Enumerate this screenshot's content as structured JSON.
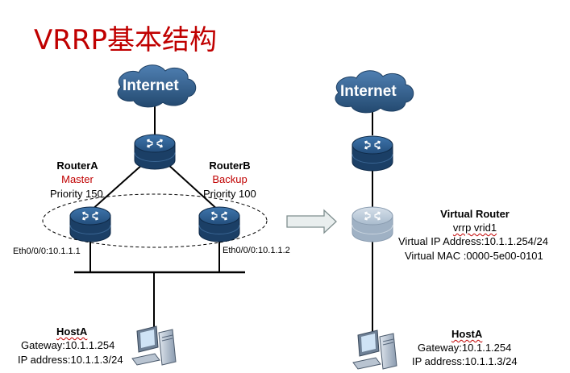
{
  "title": "VRRP基本结构",
  "left": {
    "internet_label": "Internet",
    "router_a": {
      "name": "RouterA",
      "role": "Master",
      "priority": "Priority 150",
      "interface": "Eth0/0/0:10.1.1.1"
    },
    "router_b": {
      "name": "RouterB",
      "role": "Backup",
      "priority": "Priority 100",
      "interface": "Eth0/0/0:10.1.1.2"
    },
    "host": {
      "name": "HostA",
      "gateway": "Gateway:10.1.1.254",
      "ip": "IP address:10.1.1.3/24"
    }
  },
  "right": {
    "internet_label": "Internet",
    "virtual_router": {
      "name": "Virtual Router",
      "vrid": "vrrp vrid1",
      "vip": "Virtual IP Address:10.1.1.254/24",
      "vmac": "Virtual MAC :0000-5e00-0101"
    },
    "host": {
      "name": "HostA",
      "gateway": "Gateway:10.1.1.254",
      "ip": "IP address:10.1.1.3/24"
    }
  },
  "colors": {
    "title": "#c00000",
    "router_top": "#2f5d8e",
    "router_body": "#1b3f66",
    "cloud": "#2e5b8a",
    "virtual_router": "#b8c6d6"
  }
}
